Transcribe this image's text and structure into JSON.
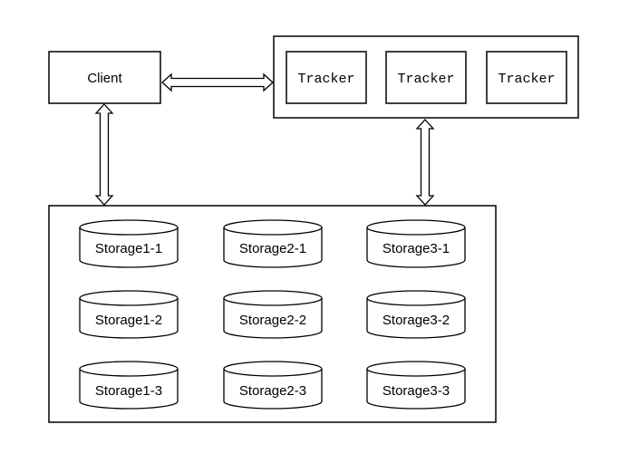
{
  "client": {
    "label": "Client"
  },
  "trackers": [
    {
      "label": "Tracker"
    },
    {
      "label": "Tracker"
    },
    {
      "label": "Tracker"
    }
  ],
  "storage_rows": [
    [
      "Storage1-1",
      "Storage2-1",
      "Storage3-1"
    ],
    [
      "Storage1-2",
      "Storage2-2",
      "Storage3-2"
    ],
    [
      "Storage1-3",
      "Storage2-3",
      "Storage3-3"
    ]
  ]
}
